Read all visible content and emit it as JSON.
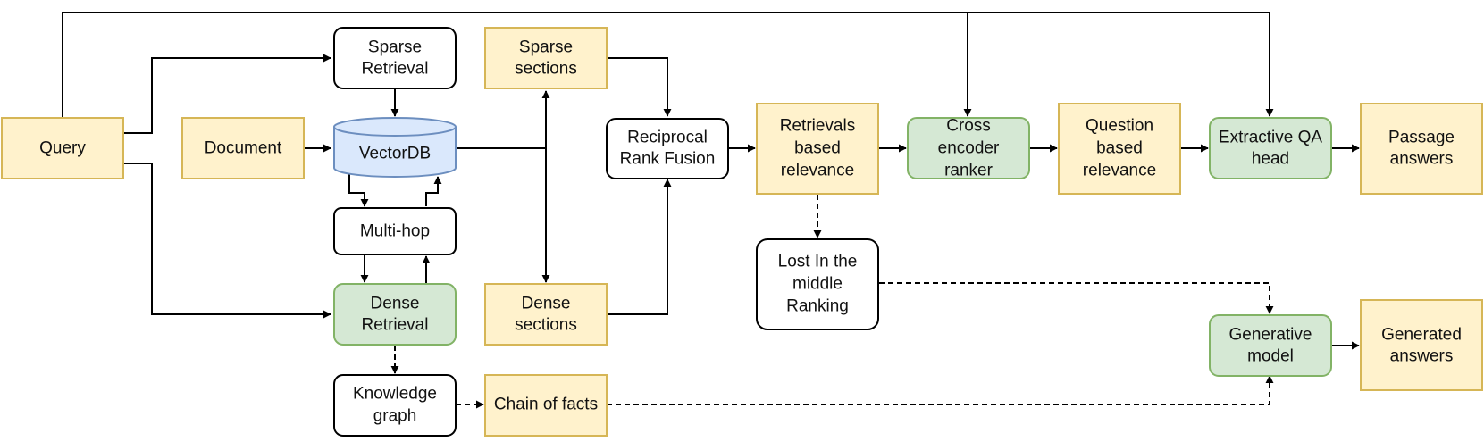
{
  "colors": {
    "yellow_fill": "#fff2cc",
    "yellow_stroke": "#d6b656",
    "green_fill": "#d5e8d4",
    "green_stroke": "#82b366",
    "blue_fill": "#dae8fc",
    "blue_stroke": "#6c8ebf",
    "white_fill": "#ffffff",
    "black_stroke": "#000000"
  },
  "nodes": {
    "query": {
      "label": [
        "Query"
      ],
      "style": "yellow"
    },
    "document": {
      "label": [
        "Document"
      ],
      "style": "yellow"
    },
    "sparse_retrieval": {
      "label": [
        "Sparse",
        "Retrieval"
      ],
      "style": "white"
    },
    "vectordb": {
      "label": [
        "VectorDB"
      ],
      "style": "blue-cylinder"
    },
    "multi_hop": {
      "label": [
        "Multi-hop"
      ],
      "style": "white"
    },
    "dense_retrieval": {
      "label": [
        "Dense",
        "Retrieval"
      ],
      "style": "green"
    },
    "knowledge_graph": {
      "label": [
        "Knowledge",
        "graph"
      ],
      "style": "white"
    },
    "sparse_sections": {
      "label": [
        "Sparse",
        "sections"
      ],
      "style": "yellow"
    },
    "dense_sections": {
      "label": [
        "Dense",
        "sections"
      ],
      "style": "yellow"
    },
    "chain_of_facts": {
      "label": [
        "Chain of facts"
      ],
      "style": "yellow"
    },
    "reciprocal_rank_fusion": {
      "label": [
        "Reciprocal",
        "Rank Fusion"
      ],
      "style": "white"
    },
    "retrievals_based_relevance": {
      "label": [
        "Retrievals",
        "based",
        "relevance"
      ],
      "style": "yellow"
    },
    "lost_in_the_middle": {
      "label": [
        "Lost In the",
        "middle",
        "Ranking"
      ],
      "style": "white"
    },
    "cross_encoder_ranker": {
      "label": [
        "Cross",
        "encoder",
        "ranker"
      ],
      "style": "green"
    },
    "question_based_relevance": {
      "label": [
        "Question",
        "based",
        "relevance"
      ],
      "style": "yellow"
    },
    "extractive_qa_head": {
      "label": [
        "Extractive QA",
        "head"
      ],
      "style": "green"
    },
    "passage_answers": {
      "label": [
        "Passage",
        "answers"
      ],
      "style": "yellow"
    },
    "generative_model": {
      "label": [
        "Generative",
        "model"
      ],
      "style": "green"
    },
    "generated_answers": {
      "label": [
        "Generated",
        "answers"
      ],
      "style": "yellow"
    }
  },
  "edges": [
    {
      "from": "query",
      "to": "sparse_retrieval",
      "style": "solid"
    },
    {
      "from": "query",
      "to": "dense_retrieval",
      "style": "solid"
    },
    {
      "from": "query",
      "to": "cross_encoder_ranker",
      "style": "solid"
    },
    {
      "from": "query",
      "to": "extractive_qa_head",
      "style": "solid"
    },
    {
      "from": "document",
      "to": "vectordb",
      "style": "solid"
    },
    {
      "from": "sparse_retrieval",
      "to": "vectordb",
      "style": "solid"
    },
    {
      "from": "vectordb",
      "to": "multi_hop",
      "style": "solid"
    },
    {
      "from": "multi_hop",
      "to": "vectordb",
      "style": "solid"
    },
    {
      "from": "multi_hop",
      "to": "dense_retrieval",
      "style": "solid"
    },
    {
      "from": "dense_retrieval",
      "to": "multi_hop",
      "style": "solid"
    },
    {
      "from": "vectordb",
      "to": "sparse_sections",
      "style": "solid"
    },
    {
      "from": "vectordb",
      "to": "dense_sections",
      "style": "solid"
    },
    {
      "from": "dense_retrieval",
      "to": "knowledge_graph",
      "style": "dashed"
    },
    {
      "from": "knowledge_graph",
      "to": "chain_of_facts",
      "style": "dashed"
    },
    {
      "from": "chain_of_facts",
      "to": "generative_model",
      "style": "dashed"
    },
    {
      "from": "sparse_sections",
      "to": "reciprocal_rank_fusion",
      "style": "solid"
    },
    {
      "from": "dense_sections",
      "to": "reciprocal_rank_fusion",
      "style": "solid"
    },
    {
      "from": "reciprocal_rank_fusion",
      "to": "retrievals_based_relevance",
      "style": "solid"
    },
    {
      "from": "retrievals_based_relevance",
      "to": "cross_encoder_ranker",
      "style": "solid"
    },
    {
      "from": "retrievals_based_relevance",
      "to": "lost_in_the_middle",
      "style": "dashed"
    },
    {
      "from": "lost_in_the_middle",
      "to": "generative_model",
      "style": "dashed"
    },
    {
      "from": "cross_encoder_ranker",
      "to": "question_based_relevance",
      "style": "solid"
    },
    {
      "from": "question_based_relevance",
      "to": "extractive_qa_head",
      "style": "solid"
    },
    {
      "from": "extractive_qa_head",
      "to": "passage_answers",
      "style": "solid"
    },
    {
      "from": "generative_model",
      "to": "generated_answers",
      "style": "solid"
    }
  ]
}
